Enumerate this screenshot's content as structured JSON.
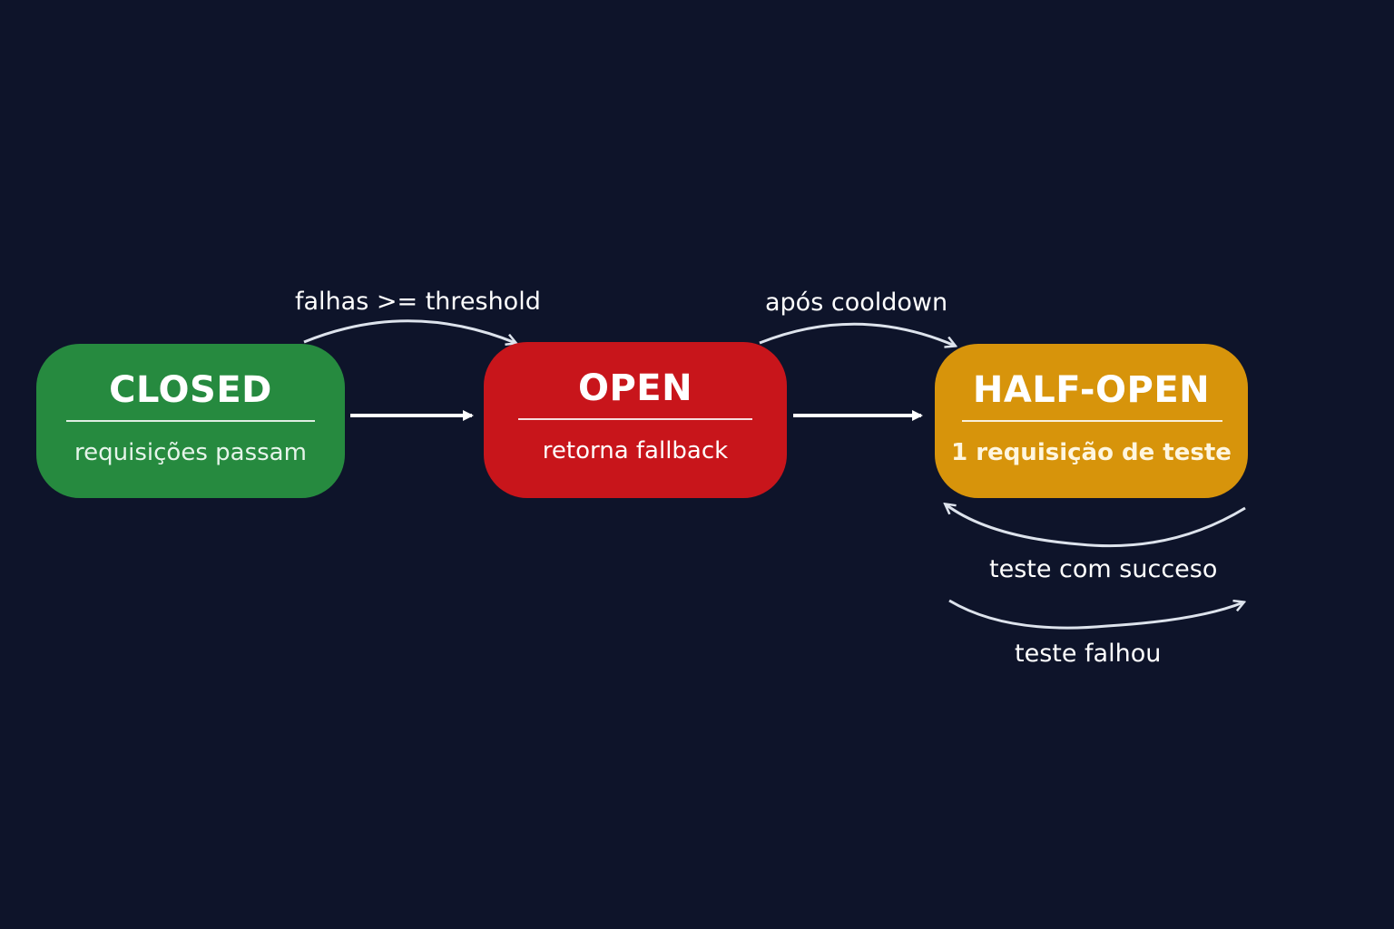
{
  "colors": {
    "background": "#0e142a",
    "closed": "#268a3f",
    "open": "#c8151b",
    "half_open": "#d7940b",
    "arrow": "#ffffff",
    "curve": "#dde3ec"
  },
  "states": {
    "closed": {
      "title": "CLOSED",
      "subtitle": "requisições passam"
    },
    "open": {
      "title": "OPEN",
      "subtitle": "retorna fallback"
    },
    "half_open": {
      "title": "HALF-OPEN",
      "subtitle": "1 requisição de teste"
    }
  },
  "transitions": {
    "closed_to_open": "falhas >= threshold",
    "open_to_half_open": "após cooldown",
    "half_open_success": "teste com succeso",
    "half_open_failed": "teste falhou"
  }
}
